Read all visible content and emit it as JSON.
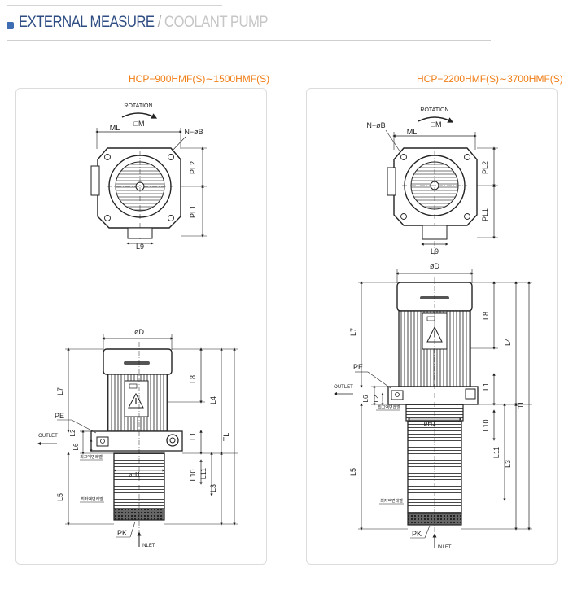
{
  "header": {
    "title_main": "EXTERNAL MEASURE",
    "title_separator": " / ",
    "title_sub": "COOLANT PUMP"
  },
  "colors": {
    "title": "#2e4d83",
    "subtitle": "#c6c6c6",
    "bullet": "#3f6db3",
    "model_label": "#f07e16"
  },
  "diagrams": [
    {
      "model": "HCP−900HMF(S)∼1500HMF(S)",
      "top_view": {
        "rotation": "ROTATION",
        "m_label": "□M",
        "ml": "ML",
        "holes": "N−øB",
        "pl2": "PL2",
        "pl1": "PL1",
        "l9": "L9"
      },
      "front_view": {
        "d": "øD",
        "l7": "L7",
        "l8": "L8",
        "l4": "L4",
        "tl": "TL",
        "pe": "PE",
        "outlet": "OUTLET",
        "l1": "L1",
        "l2": "L2",
        "l6": "L6",
        "h1": "øH1",
        "l10": "L10",
        "l11": "L11",
        "l3": "L3",
        "l5": "L5",
        "pk": "PK",
        "inlet": "INLET",
        "note_1": "최고액면레벨",
        "note_2": "최저액면레벨"
      }
    },
    {
      "model": "HCP−2200HMF(S)∼3700HMF(S)",
      "top_view": {
        "rotation": "ROTATION",
        "m_label": "□M",
        "ml": "ML",
        "holes": "N−øB",
        "pl2": "PL2",
        "pl1": "PL1",
        "l9": "L9"
      },
      "front_view": {
        "d": "øD",
        "l7": "L7",
        "l8": "L8",
        "l4": "L4",
        "tl": "TL",
        "pe": "PE",
        "outlet": "OUTLET",
        "l1": "L1",
        "l2": "L2",
        "l6": "L6",
        "h1": "øH1",
        "l10": "L10",
        "l11": "L11",
        "l3": "L3",
        "l5": "L5",
        "pk": "PK",
        "inlet": "INLET",
        "note_1": "최고액면레벨",
        "note_2": "최저액면레벨"
      }
    }
  ]
}
